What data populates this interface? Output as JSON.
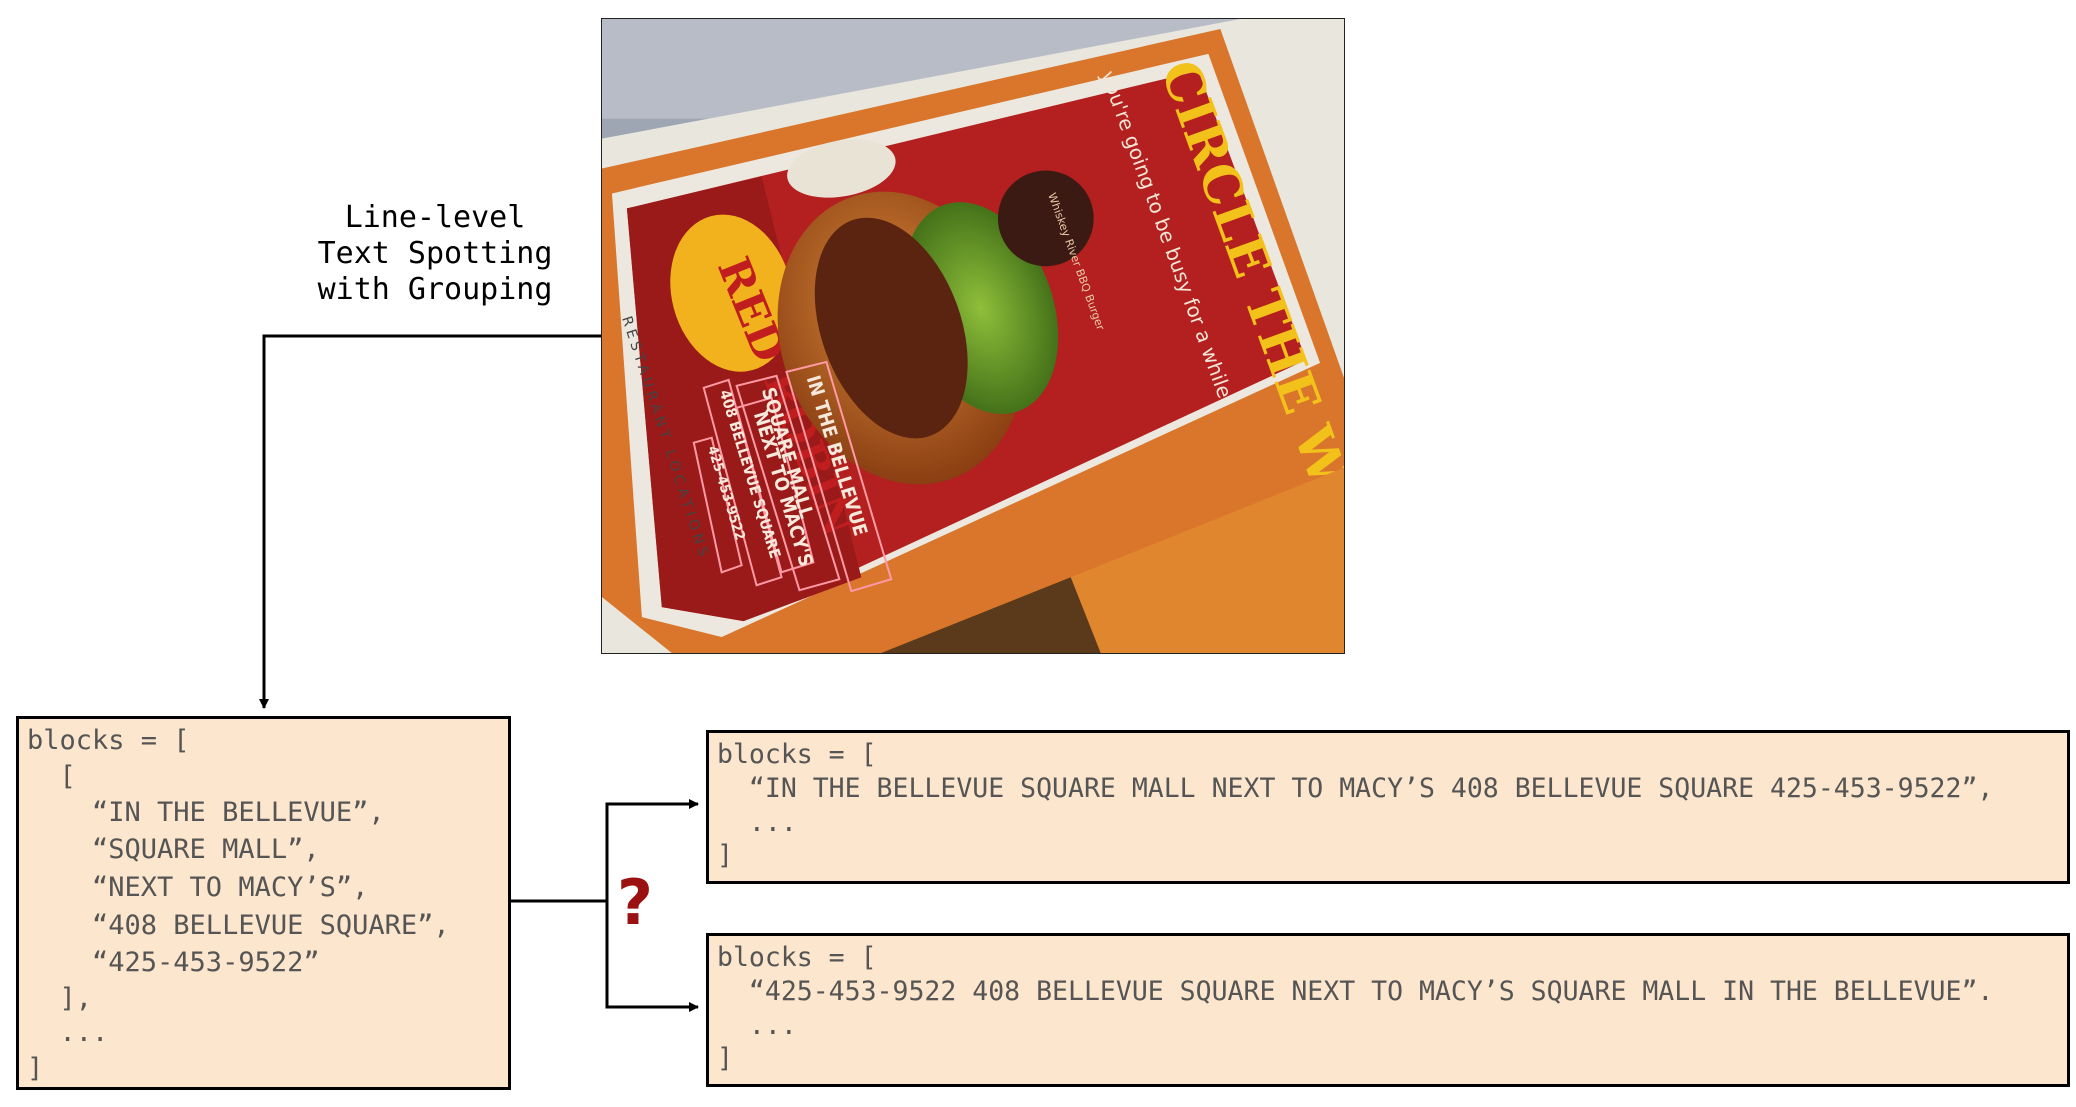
{
  "caption": {
    "line1": "Line-level",
    "line2": "Text Spotting",
    "line3": "with Grouping"
  },
  "photo": {
    "brand_text": "RED ROBIN",
    "headline": "CIRCLE THE WAGONS.",
    "tagline": "you're going to be busy for a while",
    "badge": "Whiskey River BBQ Burger",
    "side_text": "RESTAURANT LOCATIONS",
    "lines": [
      "IN THE BELLEVUE",
      "SQUARE MALL",
      "NEXT TO MACY'S",
      "408 BELLEVUE SQUARE",
      "425-453-9522"
    ]
  },
  "left_block": {
    "lines": [
      "blocks = [",
      "  [",
      "    “IN THE BELLEVUE”,",
      "    “SQUARE MALL”,",
      "    “NEXT TO MACY’S”,",
      "    “408 BELLEVUE SQUARE”,",
      "    “425-453-9522”",
      "  ],",
      "  ...",
      "]"
    ]
  },
  "right_top_block": {
    "lines": [
      "blocks = [",
      "  “IN THE BELLEVUE SQUARE MALL NEXT TO MACY’S 408 BELLEVUE SQUARE 425-453-9522”,",
      "  ...",
      "]"
    ]
  },
  "right_bottom_block": {
    "lines": [
      "blocks = [",
      "  “425-453-9522 408 BELLEVUE SQUARE NEXT TO MACY’S SQUARE MALL IN THE BELLEVUE”.",
      "  ...",
      "]"
    ]
  },
  "question_mark": "?",
  "colors": {
    "block_fill": "#fce6cd",
    "question": "#9b1111",
    "box_outline": "#ff9aa5"
  }
}
